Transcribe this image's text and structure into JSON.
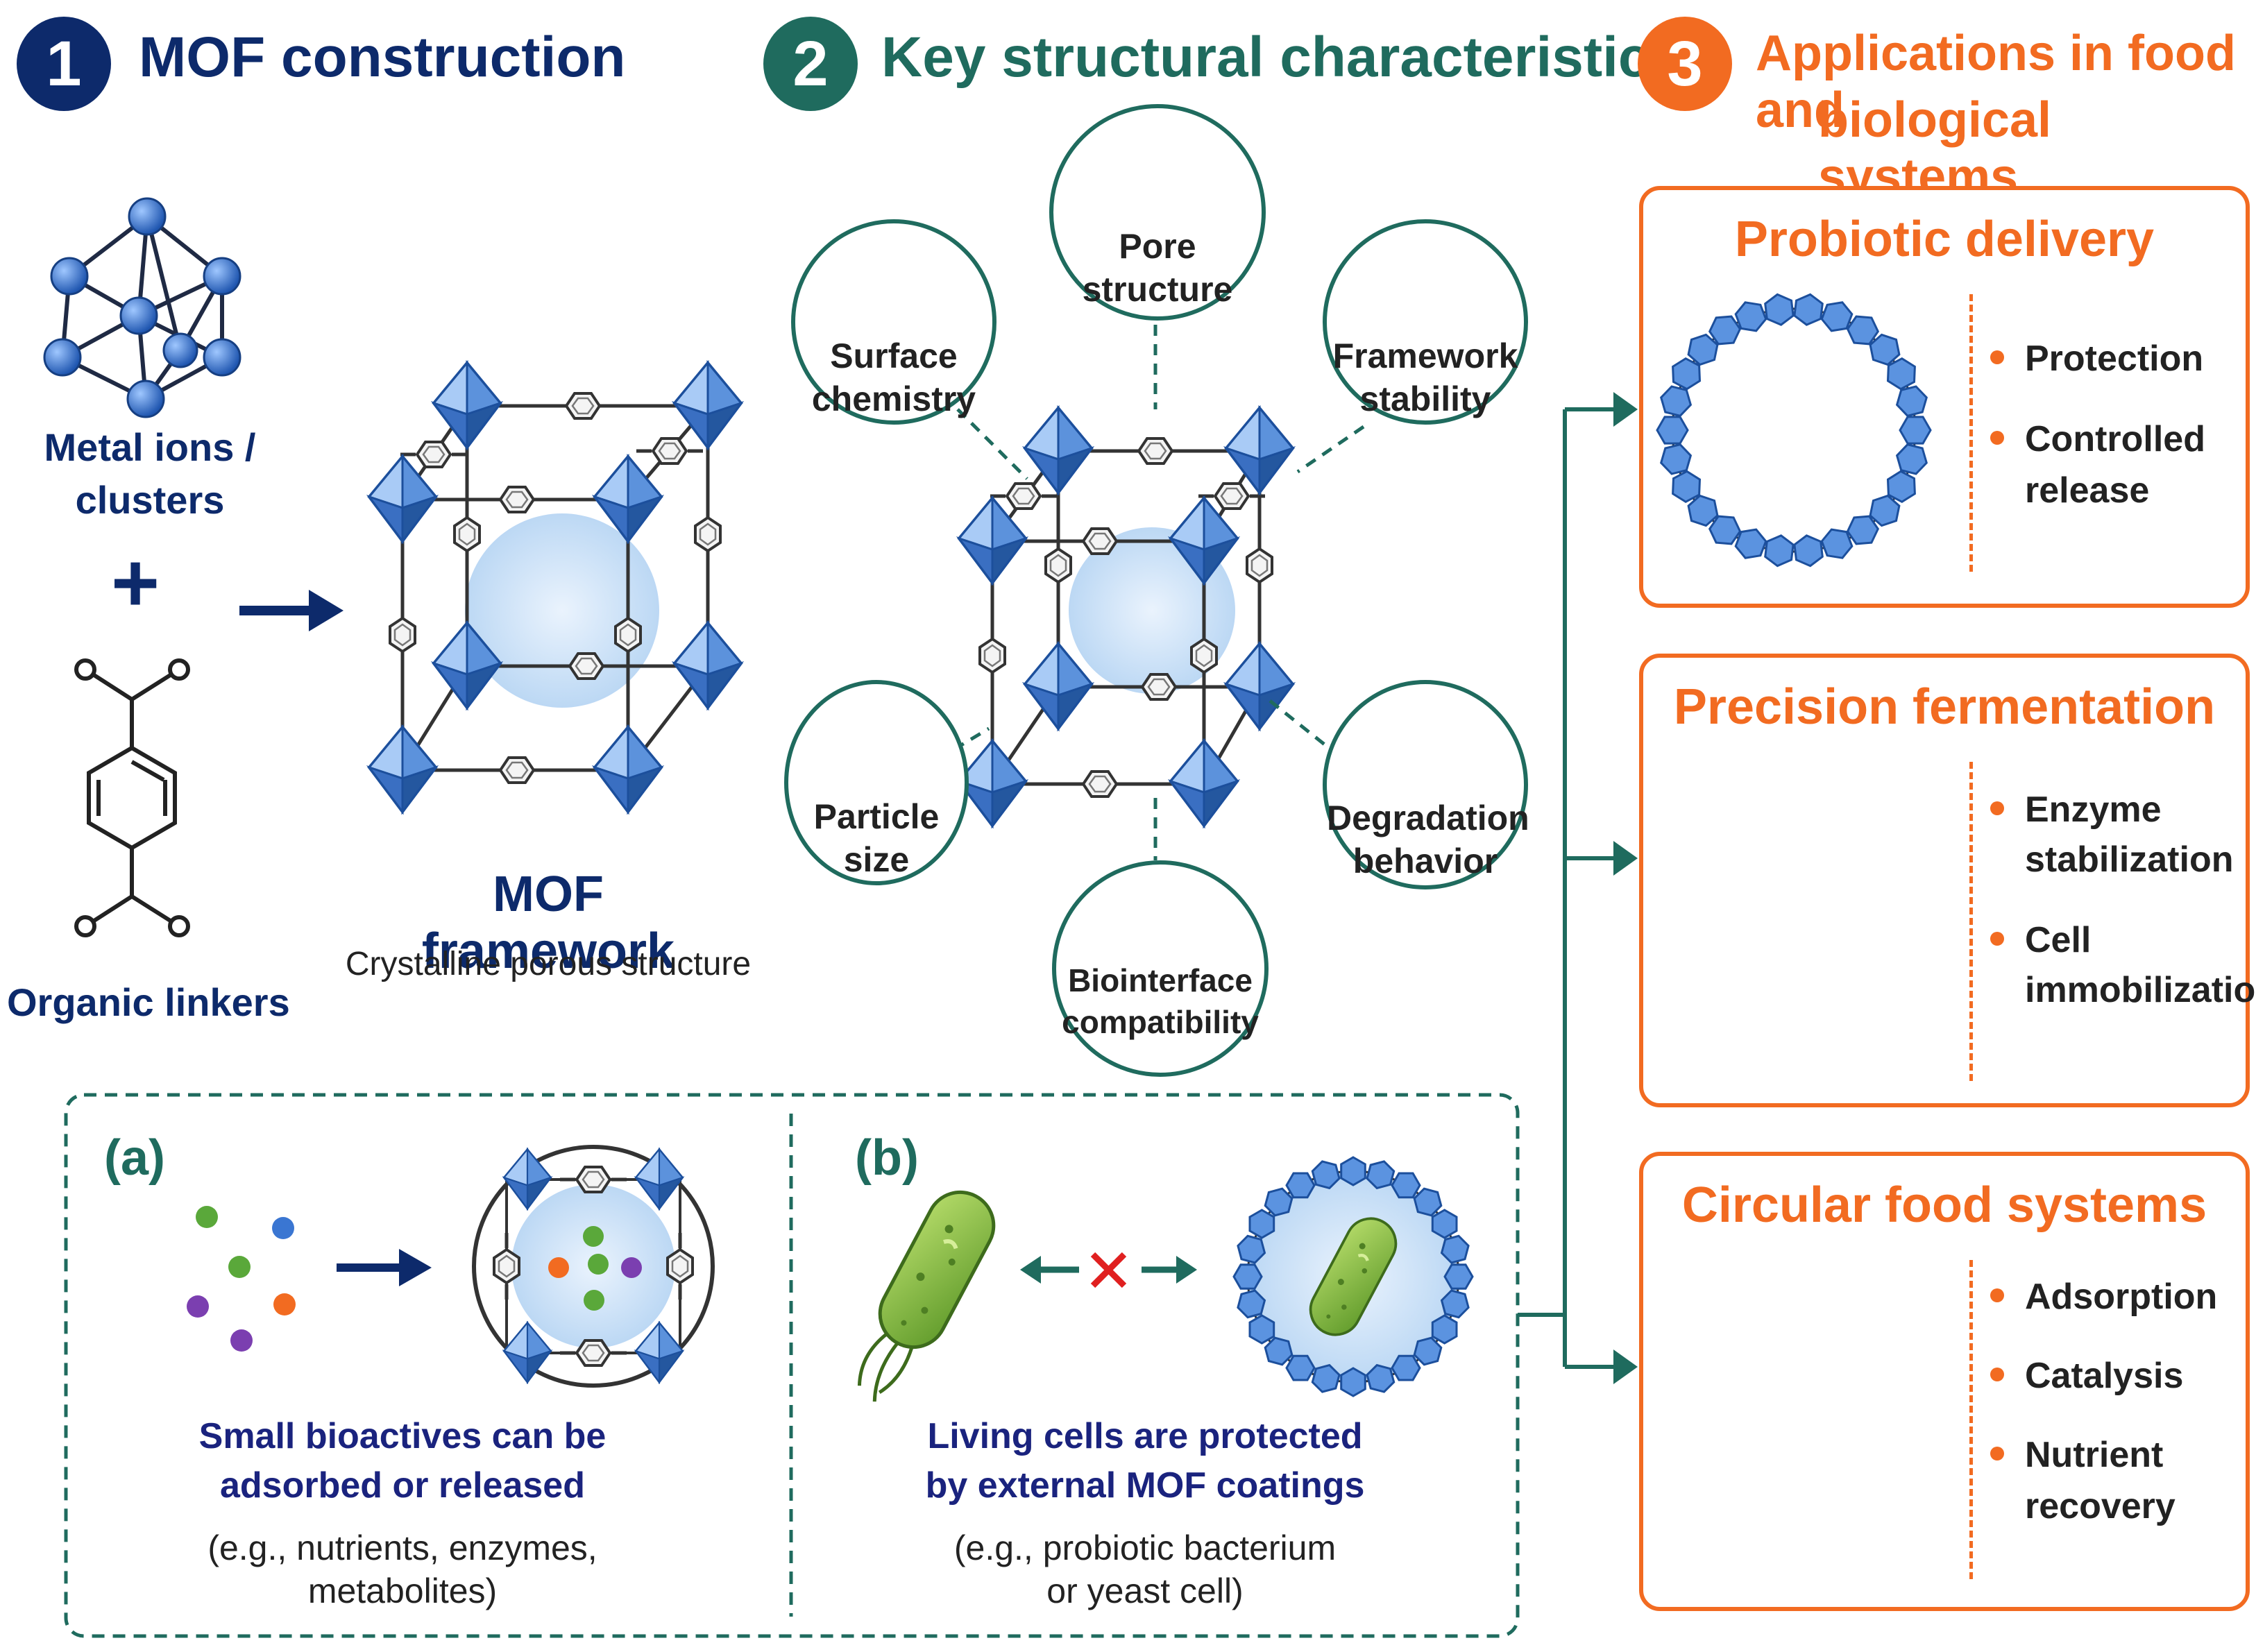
{
  "headers": {
    "s1": {
      "num": "1",
      "title": "MOF construction",
      "color": "#0d2a6b"
    },
    "s2": {
      "num": "2",
      "title": "Key structural characteristics",
      "color": "#1f6b5e"
    },
    "s3": {
      "num": "3",
      "title_line1": "Applications in food and",
      "title_line2": "biological systems",
      "color": "#f26b21"
    }
  },
  "construction": {
    "metal_label_1": "Metal ions /",
    "metal_label_2": "clusters",
    "plus": "+",
    "linker_label": "Organic linkers",
    "framework_title": "MOF framework",
    "framework_sub": "Crystalline porous structure"
  },
  "characteristics": [
    {
      "line1": "Pore",
      "line2": "structure",
      "icon": "pores-icon"
    },
    {
      "line1": "Surface",
      "line2": "chemistry",
      "icon": "flask-icon"
    },
    {
      "line1": "Framework",
      "line2": "stability",
      "icon": "shield-icon"
    },
    {
      "line1": "Particle",
      "line2": "size",
      "icon": "particles-icon"
    },
    {
      "line1": "Degradation",
      "line2": "behavior",
      "icon": "degradation-icon"
    },
    {
      "line1": "Biointerface",
      "line2": "compatibility",
      "icon": "membrane-icon"
    }
  ],
  "panel_a": {
    "label": "(a)",
    "caption_1": "Small bioactives can be",
    "caption_2": "adsorbed or released",
    "sub_1": "(e.g., nutrients, enzymes,",
    "sub_2": "metabolites)"
  },
  "panel_b": {
    "label": "(b)",
    "caption_1": "Living cells are protected",
    "caption_2": "by external MOF coatings",
    "sub_1": "(e.g., probiotic bacterium",
    "sub_2": "or yeast cell)"
  },
  "applications": [
    {
      "title": "Probiotic delivery",
      "bullets": [
        [
          "Protection"
        ],
        [
          "Controlled",
          "release"
        ]
      ]
    },
    {
      "title": "Precision fermentation",
      "bullets": [
        [
          "Enzyme",
          "stabilization"
        ],
        [
          "Cell",
          "immobilization"
        ]
      ]
    },
    {
      "title": "Circular food systems",
      "bullets": [
        [
          "Adsorption"
        ],
        [
          "Catalysis"
        ],
        [
          "Nutrient",
          "recovery"
        ]
      ]
    }
  ],
  "colors": {
    "navy": "#0d2a6b",
    "teal": "#1f6b5e",
    "orange": "#f26b21",
    "metal_blue": "#3b78d0",
    "bacterium_green": "#7cb342"
  }
}
